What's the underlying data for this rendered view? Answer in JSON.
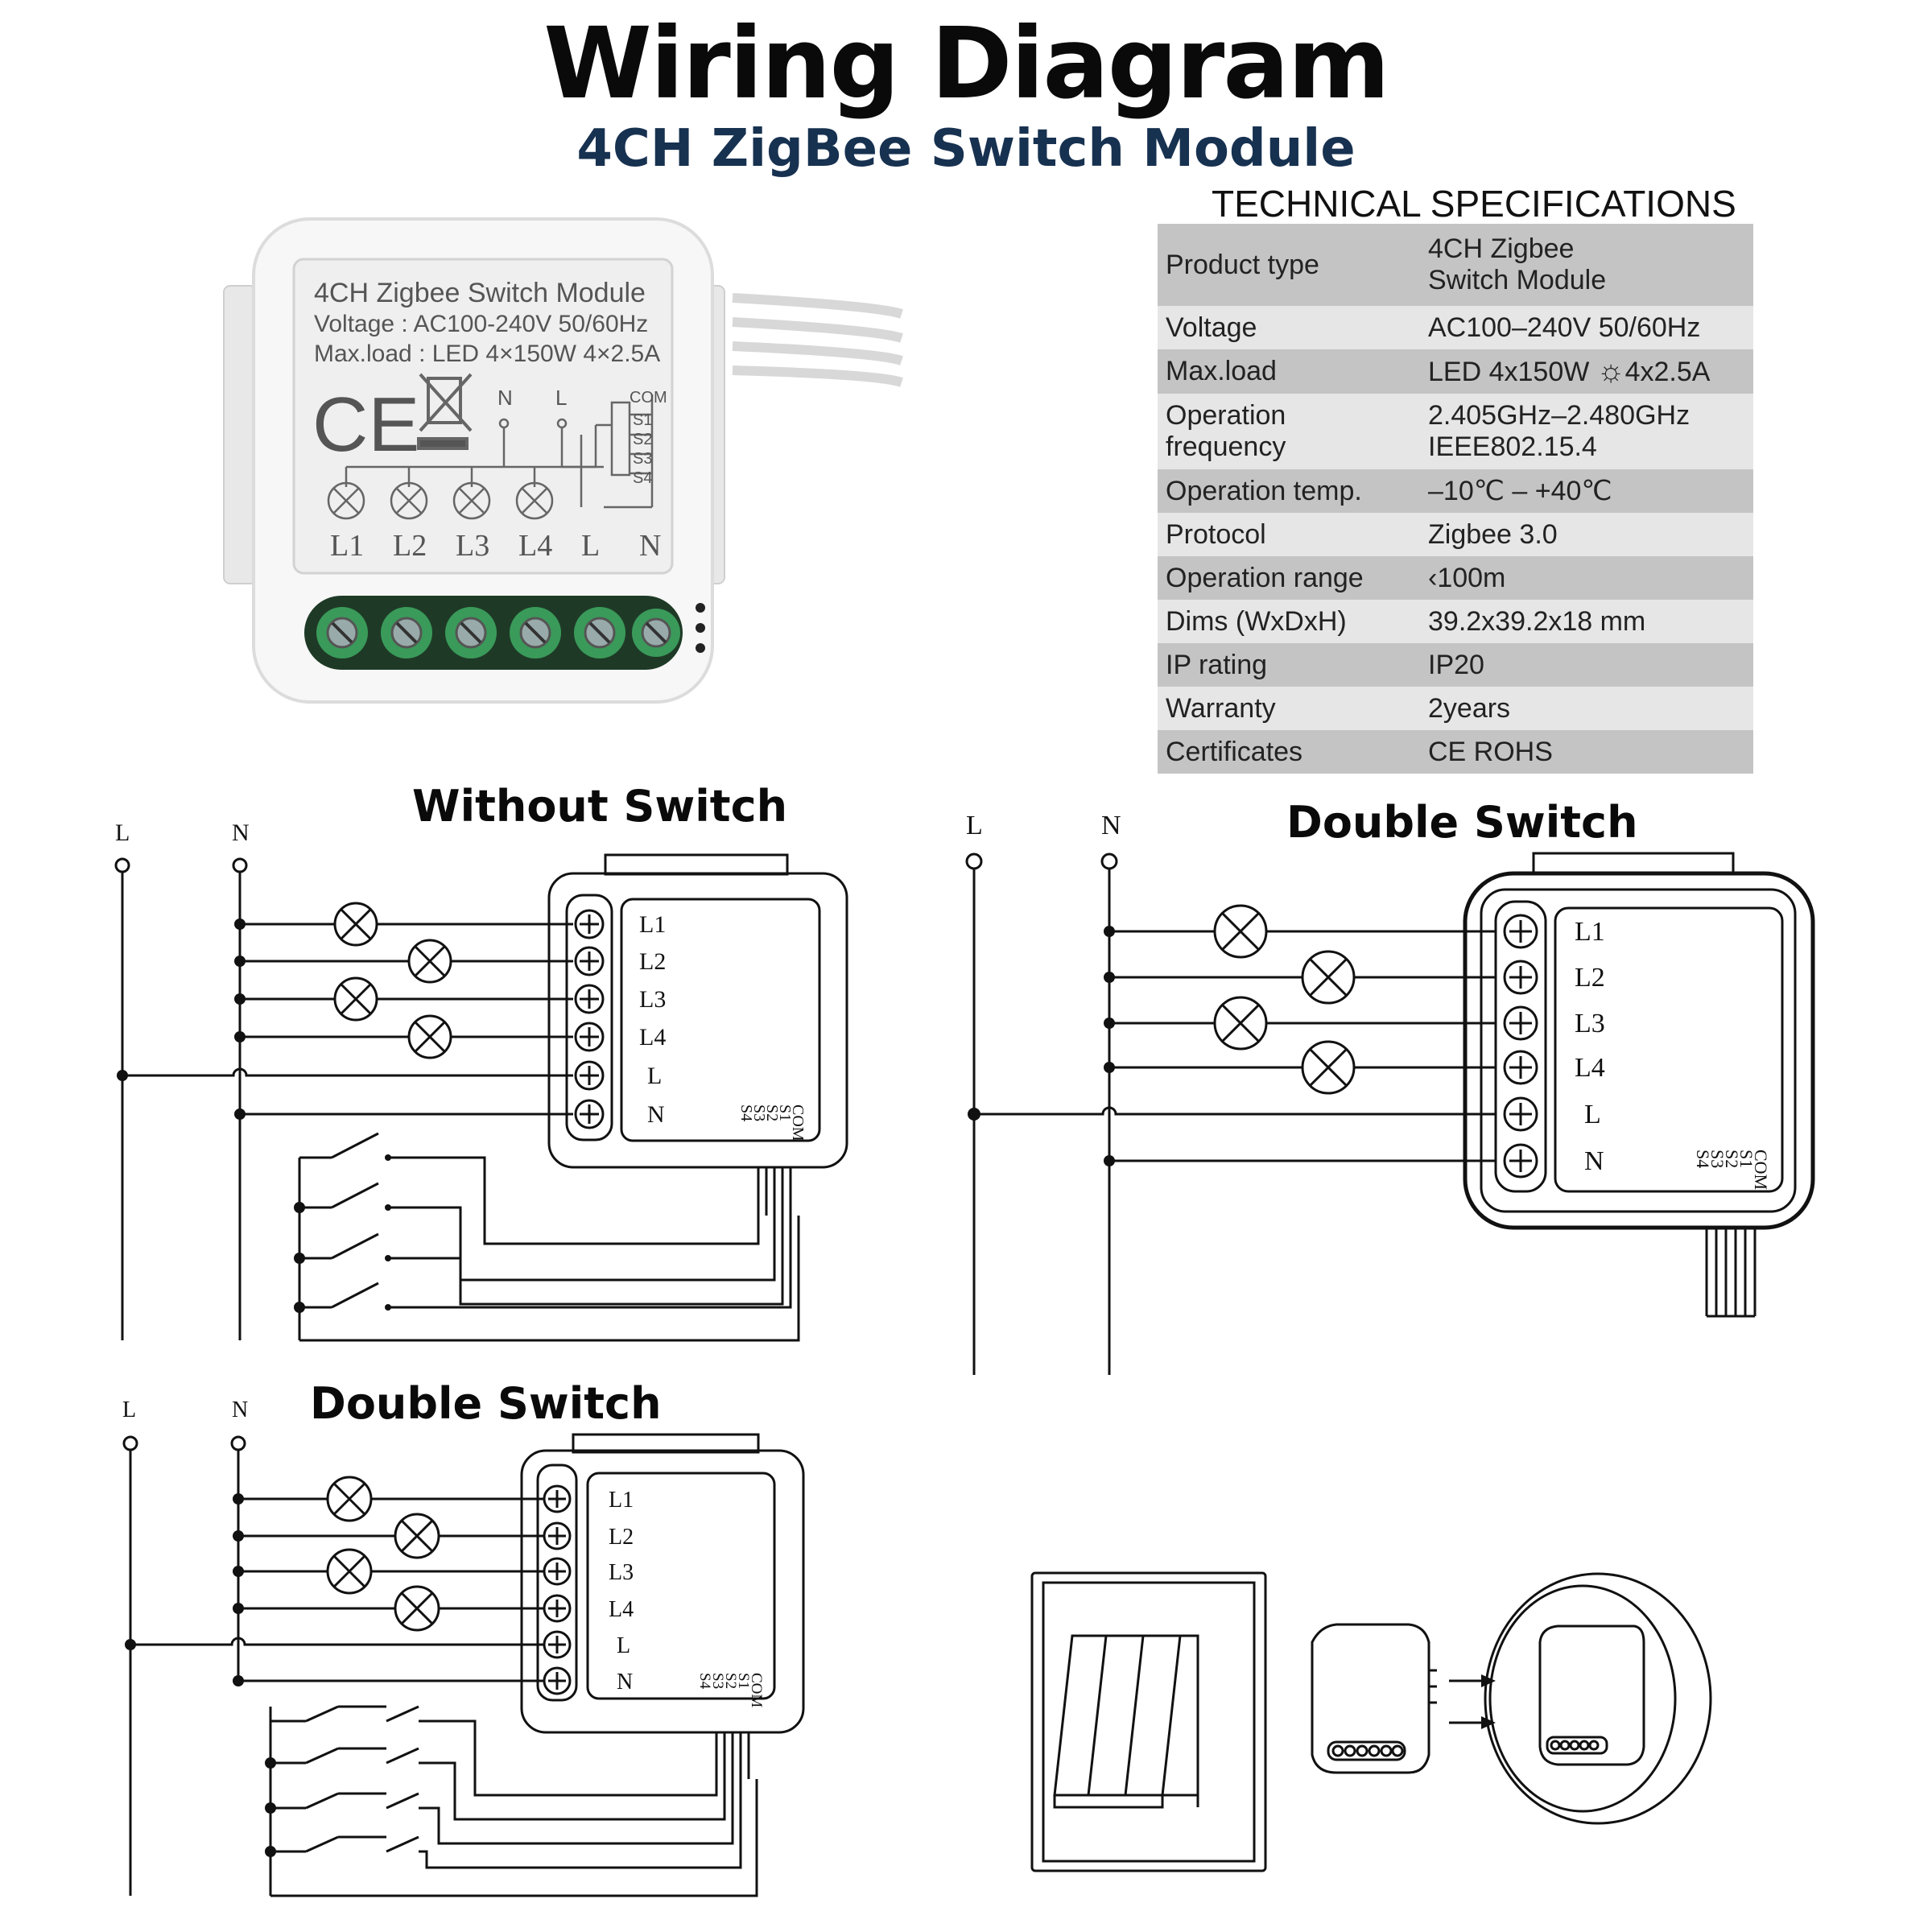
{
  "header": {
    "title": "Wiring Diagram",
    "subtitle": "4CH ZigBee Switch Module"
  },
  "device": {
    "label_line1": "4CH Zigbee Switch Module",
    "label_line2": "Voltage : AC100-240V 50/60Hz",
    "label_line3": "Max.load : LED 4×150W 4×2.5A",
    "ce_mark": "CE",
    "terminal_n": "N",
    "terminal_l": "L",
    "com": "COM",
    "s1": "S1",
    "s2": "S2",
    "s3": "S3",
    "s4": "S4",
    "bottom_labels": [
      "L1",
      "L2",
      "L3",
      "L4",
      "L",
      "N"
    ]
  },
  "specs": {
    "title": "TECHNICAL SPECIFICATIONS",
    "rows": [
      {
        "key": "Product type",
        "value": "4CH Zigbee\nSwitch Module"
      },
      {
        "key": "Voltage",
        "value": "AC100–240V 50/60Hz"
      },
      {
        "key": "Max.load",
        "value": "LED 4x150W",
        "value2": "4x2.5A"
      },
      {
        "key": "Operation\nfrequency",
        "value": "2.405GHz–2.480GHz\nIEEE802.15.4"
      },
      {
        "key": "Operation temp.",
        "value": "–10℃  –  +40℃"
      },
      {
        "key": "Protocol",
        "value": "Zigbee  3.0"
      },
      {
        "key": "Operation range",
        "value": "‹100m"
      },
      {
        "key": "Dims (WxDxH)",
        "value": "39.2x39.2x18 mm"
      },
      {
        "key": "IP rating",
        "value": "IP20"
      },
      {
        "key": "Warranty",
        "value": "2years"
      },
      {
        "key": "Certificates",
        "value": "CE ROHS"
      }
    ]
  },
  "diagrams": {
    "without_switch": {
      "title": "Without Switch"
    },
    "double_switch_right": {
      "title": "Double Switch"
    },
    "double_switch_bottom": {
      "title": "Double Switch"
    },
    "line_label": "L",
    "neutral_label": "N",
    "terminals": [
      "L1",
      "L2",
      "L3",
      "L4",
      "L",
      "N"
    ],
    "switch_terminals": [
      "COM",
      "S1",
      "S2",
      "S3",
      "S4"
    ]
  },
  "colors": {
    "title": "#0a0a0a",
    "subtitle": "#173150",
    "terminal_green": "#2f8f4f",
    "table_dark": "#c4c4c4",
    "table_light": "#e6e6e6"
  }
}
